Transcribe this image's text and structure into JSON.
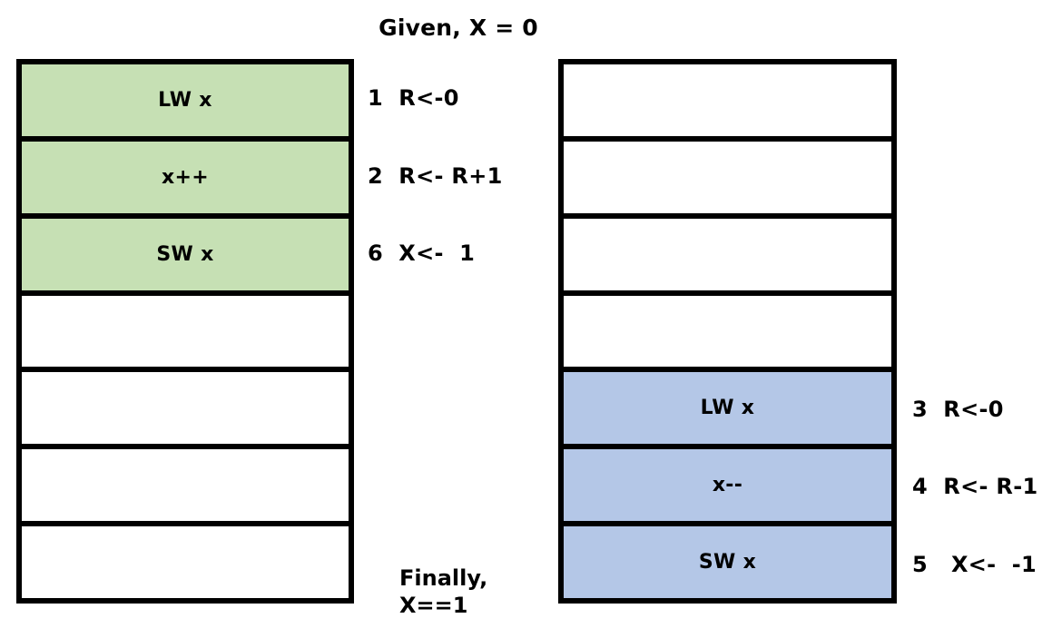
{
  "title": "Given, X = 0",
  "colors": {
    "thread_a_fill": "#c6e0b4",
    "thread_b_fill": "#b4c7e7",
    "cell_border": "#000000",
    "background": "#ffffff",
    "text": "#000000"
  },
  "left_column": {
    "cells": [
      {
        "label": "LW x",
        "fill": "green"
      },
      {
        "label": "x++",
        "fill": "green"
      },
      {
        "label": "SW x",
        "fill": "green"
      },
      {
        "label": "",
        "fill": "white"
      },
      {
        "label": "",
        "fill": "white"
      },
      {
        "label": "",
        "fill": "white"
      },
      {
        "label": "",
        "fill": "white"
      }
    ],
    "annotations": [
      "1  R<-0",
      "2  R<- R+1",
      "6  X<-  1",
      "",
      "",
      "",
      ""
    ]
  },
  "right_column": {
    "cells": [
      {
        "label": "",
        "fill": "white"
      },
      {
        "label": "",
        "fill": "white"
      },
      {
        "label": "",
        "fill": "white"
      },
      {
        "label": "",
        "fill": "white"
      },
      {
        "label": "LW x",
        "fill": "blue"
      },
      {
        "label": "x--",
        "fill": "blue"
      },
      {
        "label": "SW x",
        "fill": "blue"
      }
    ],
    "annotations": [
      "",
      "",
      "",
      "",
      "3  R<-0",
      "4  R<- R-1",
      "5   X<-  -1"
    ]
  },
  "final_note": {
    "line1": "Finally,",
    "line2": "X==1"
  }
}
